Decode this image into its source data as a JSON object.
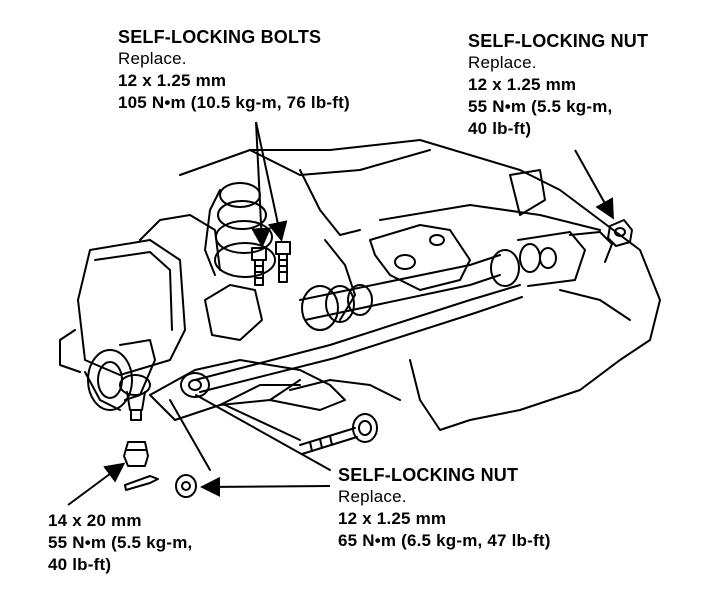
{
  "callouts": {
    "bolts": {
      "title": "SELF-LOCKING BOLTS",
      "instruction": "Replace.",
      "size": "12 x 1.25 mm",
      "torque": "105 N•m (10.5 kg-m, 76 lb-ft)"
    },
    "nut_upper": {
      "title": "SELF-LOCKING NUT",
      "instruction": "Replace.",
      "size": "12 x 1.25 mm",
      "torque_line1": "55 N•m (5.5 kg-m,",
      "torque_line2": "40 lb-ft)"
    },
    "nut_lower": {
      "title": "SELF-LOCKING NUT",
      "instruction": "Replace.",
      "size": "12 x 1.25 mm",
      "torque": "65 N•m (6.5 kg-m, 47 lb-ft)"
    },
    "ball_joint_nut": {
      "size": "14 x 20 mm",
      "torque_line1": "55 N•m (5.5 kg-m,",
      "torque_line2": "40 lb-ft)"
    }
  },
  "colors": {
    "ink": "#000000",
    "paper": "#ffffff"
  }
}
